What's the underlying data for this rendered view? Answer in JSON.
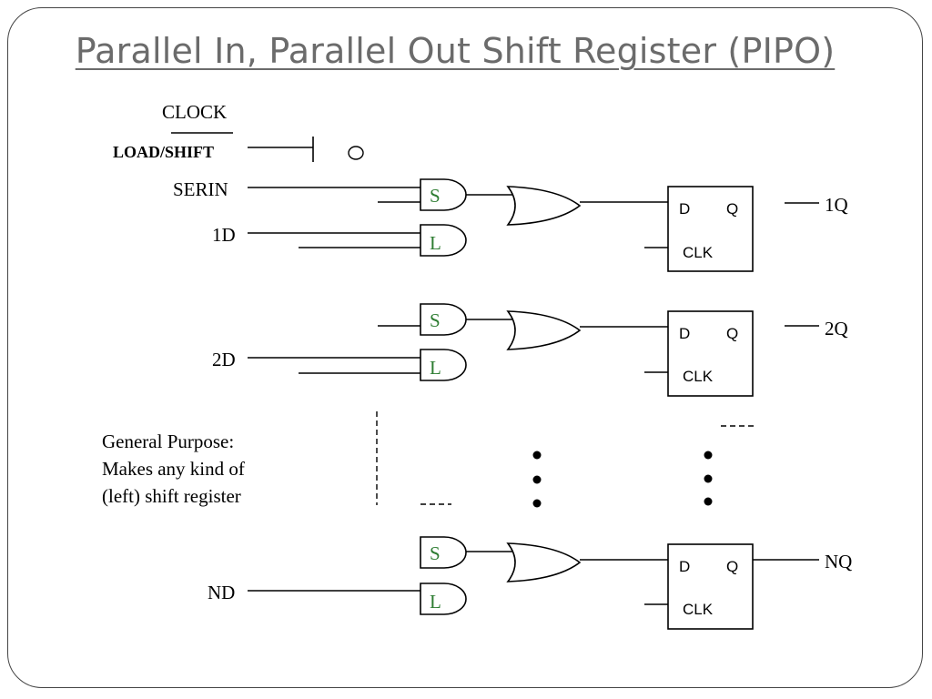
{
  "title": "Parallel In, Parallel Out Shift Register (PIPO)",
  "inputs": {
    "clock": "CLOCK",
    "load_shift": "LOAD/SHIFT",
    "serin": "SERIN",
    "d1": "1D",
    "d2": "2D",
    "dn": "ND"
  },
  "outputs": [
    "1Q",
    "2Q",
    "NQ"
  ],
  "gate_labels": {
    "shift": "S",
    "load": "L"
  },
  "flipflop": {
    "d": "D",
    "q": "Q",
    "clk": "CLK"
  },
  "note": [
    "General Purpose:",
    "Makes any kind of",
    "(left) shift register"
  ],
  "colors": {
    "gate_label": "#2e7d32",
    "title": "#6b6b6b"
  }
}
